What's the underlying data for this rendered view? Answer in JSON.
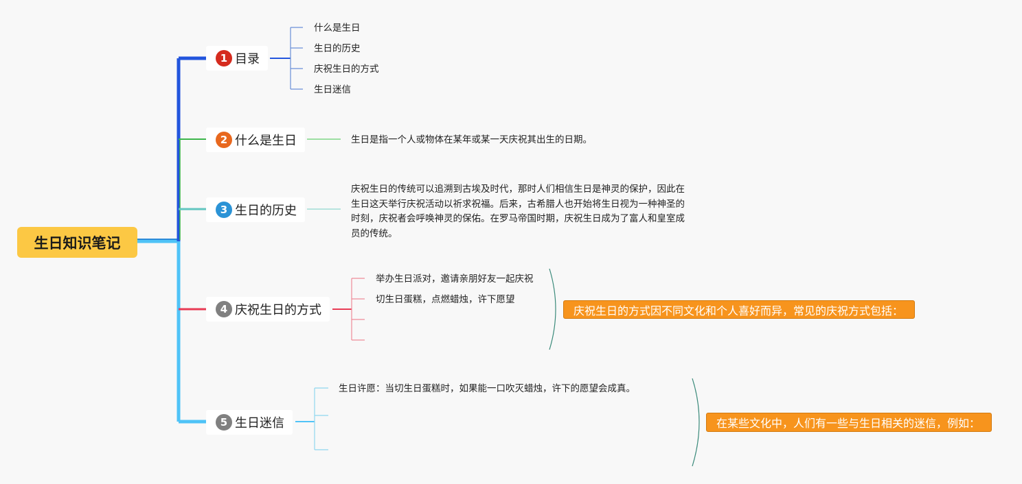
{
  "root": {
    "label": "生日知识笔记",
    "color": "#fcc844"
  },
  "branches": [
    {
      "num": "1",
      "label": "目录",
      "badge_color": "#d52b1e",
      "line_color": "#2255dd",
      "leaves": [
        "什么是生日",
        "生日的历史",
        "庆祝生日的方式",
        "生日迷信"
      ]
    },
    {
      "num": "2",
      "label": "什么是生日",
      "badge_color": "#e8681e",
      "line_color": "#3cb54a",
      "text": "生日是指一个人或物体在某年或某一天庆祝其出生的日期。"
    },
    {
      "num": "3",
      "label": "生日的历史",
      "badge_color": "#2b93d6",
      "line_color": "#62c6c0",
      "text": "庆祝生日的传统可以追溯到古埃及时代，那时人们相信生日是神灵的保护，因此在生日这天举行庆祝活动以祈求祝福。后来，古希腊人也开始将生日视为一种神圣的时刻，庆祝者会呼唤神灵的保佑。在罗马帝国时期，庆祝生日成为了富人和皇室成员的传统。"
    },
    {
      "num": "4",
      "label": "庆祝生日的方式",
      "badge_color": "#808080",
      "line_color": "#e83a54",
      "leaves": [
        "举办生日派对，邀请亲朋好友一起庆祝",
        "切生日蛋糕，点燃蜡烛，许下愿望"
      ],
      "summary": "庆祝生日的方式因不同文化和个人喜好而异，常见的庆祝方式包括："
    },
    {
      "num": "5",
      "label": "生日迷信",
      "badge_color": "#808080",
      "line_color": "#4fc3f7",
      "leaves": [
        "生日许愿：当切生日蛋糕时，如果能一口吹灭蜡烛，许下的愿望会成真。"
      ],
      "summary": "在某些文化中，人们有一些与生日相关的迷信，例如："
    }
  ],
  "colors": {
    "summary_bg": "#f7941d",
    "bracket": "#3a8a7a",
    "background": "#f8f8f8"
  }
}
